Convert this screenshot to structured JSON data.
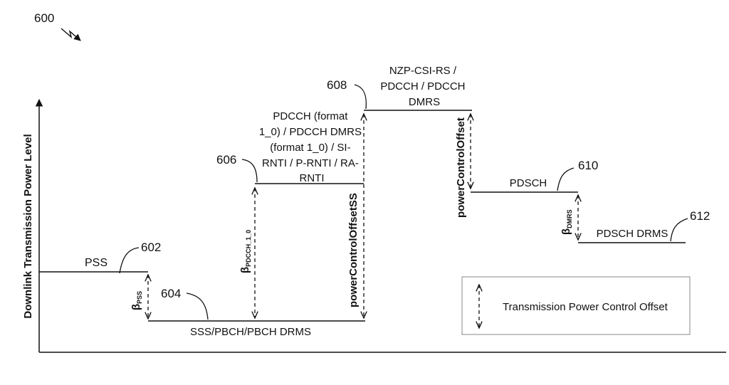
{
  "figure_ref": "600",
  "y_axis_label": "Downlink Transmission Power Level",
  "levels": {
    "pss": {
      "label": "PSS",
      "ref": "602"
    },
    "sss": {
      "label": "SSS/PBCH/PBCH DRMS",
      "ref": "604"
    },
    "pdcch": {
      "label_lines": [
        "PDCCH (format",
        "1_0) / PDCCH DMRS",
        "(format 1_0) / SI-",
        "RNTI / P-RNTI / RA-",
        "RNTI"
      ],
      "ref": "606"
    },
    "nzp": {
      "label_lines": [
        "NZP-CSI-RS /",
        "PDCCH / PDCCH",
        "DMRS"
      ],
      "ref": "608"
    },
    "pdsch": {
      "label": "PDSCH",
      "ref": "610"
    },
    "pdsch_drms": {
      "label": "PDSCH DRMS",
      "ref": "612"
    }
  },
  "offsets": {
    "beta_pss": {
      "symbol": "β",
      "sub": "PSS"
    },
    "beta_pdcch": {
      "symbol": "β",
      "sub": "PDCCH_1_0"
    },
    "power_control_offset_ss": "powerControlOffsetSS",
    "power_control_offset": "powerControlOffset",
    "beta_dmrs": {
      "symbol": "β",
      "sub": "DMRS"
    }
  },
  "legend": {
    "label": "Transmission Power Control Offset"
  }
}
